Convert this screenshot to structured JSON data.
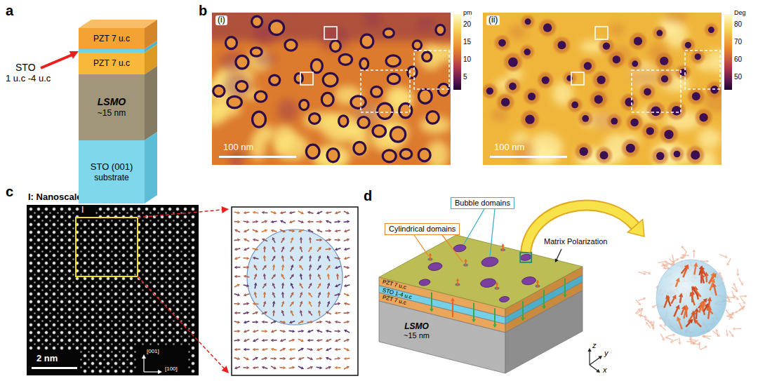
{
  "diagram": {
    "nodes": [
      {
        "text": [
          "PZT 7 u.c"
        ]
      },
      {
        "text": [
          "PZT 7 u.c"
        ]
      },
      {
        "text": [
          "LSMO",
          "~15 nm"
        ]
      },
      {
        "text": [
          "STO (001)",
          "substrate"
        ]
      },
      {
        "text": [
          "Bubble domains"
        ]
      },
      {
        "text": [
          "Cylindrical domains"
        ]
      },
      {
        "text": [
          "PZT 7 u.c"
        ]
      },
      {
        "text": [
          "STO 1-4 u.c"
        ]
      },
      {
        "text": [
          "PZT 7 u.c"
        ]
      },
      {
        "text": [
          "LSMO",
          "~15 nm"
        ]
      }
    ],
    "labels": [
      "a",
      "STO",
      "1 u.c -4 u.c",
      "b",
      "(i)",
      "pm",
      "20",
      "15",
      "10",
      "5",
      "100 nm",
      "(ii)",
      "Deg",
      "80",
      "70",
      "60",
      "50",
      "100 nm",
      "c",
      "I: Nanoscale domains",
      "I",
      "2 nm",
      "[001]",
      "[100]",
      "d",
      "Matrix Polarization",
      "z",
      "y",
      "x"
    ]
  }
}
